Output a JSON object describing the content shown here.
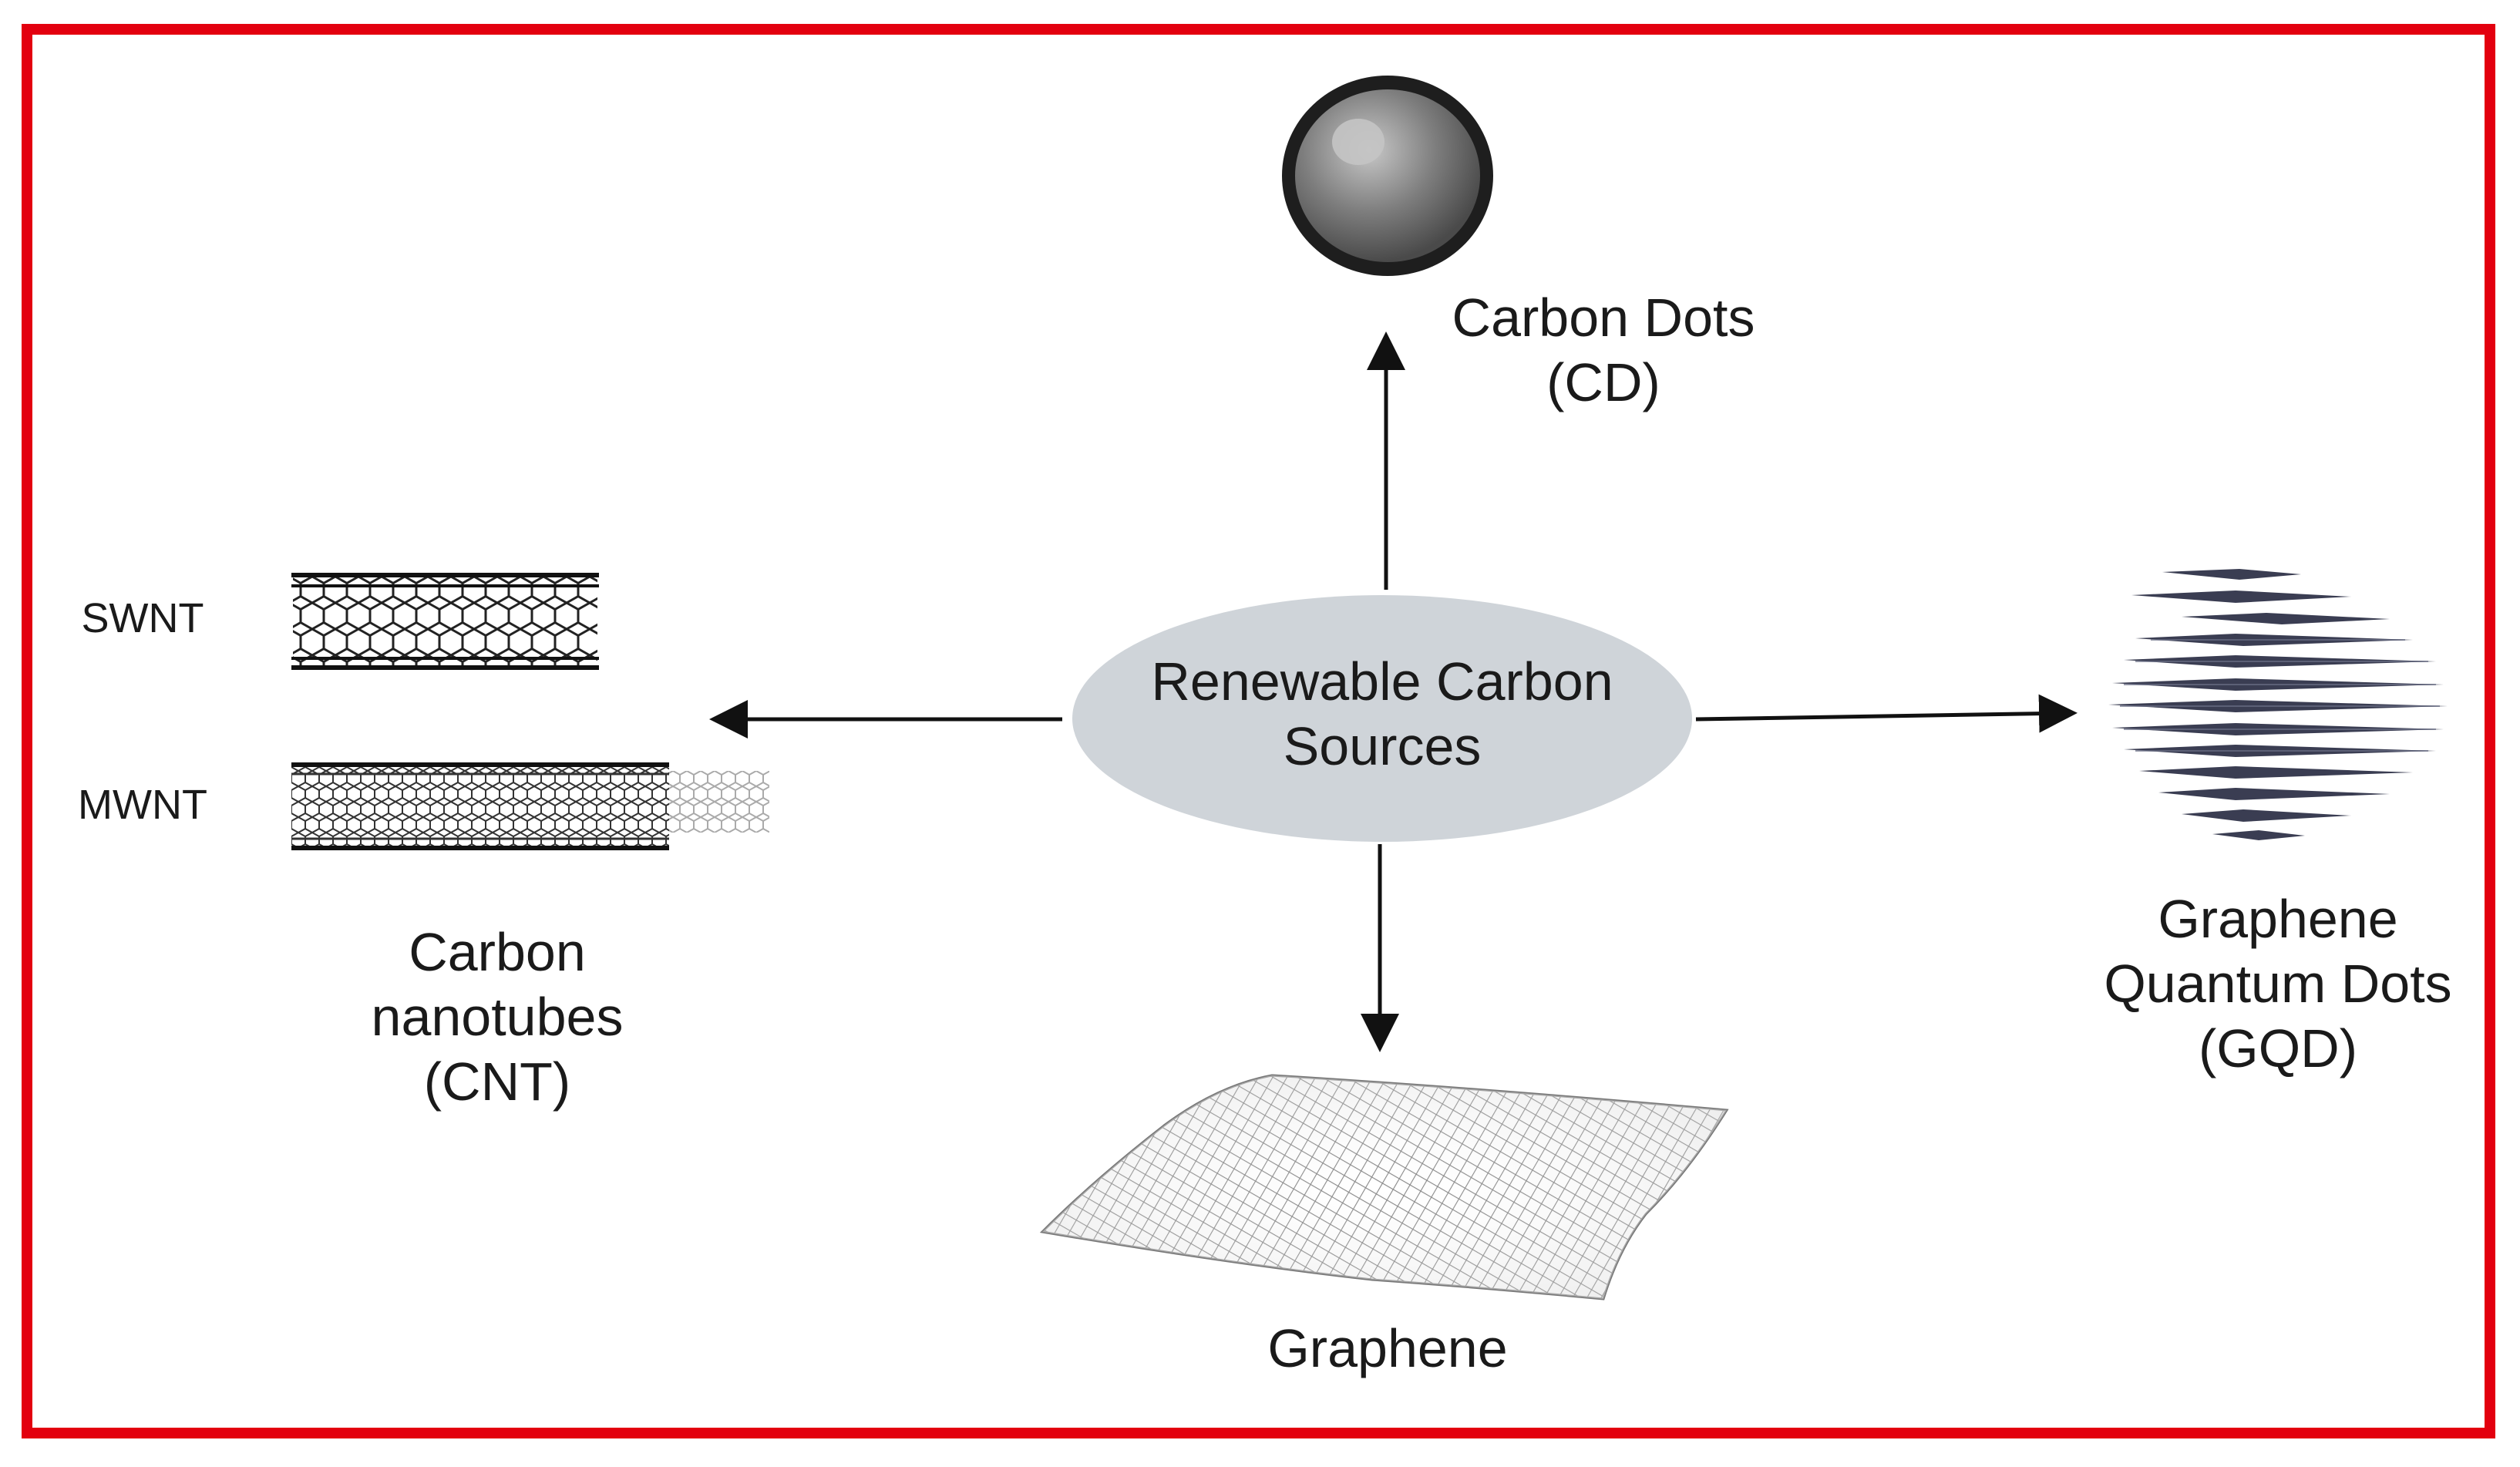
{
  "colors": {
    "border": "#e3000f",
    "ellipse": "#cfd4d9",
    "arrow": "#111111",
    "text": "#1a1a1a",
    "sphere": "#7a7a7a"
  },
  "center": {
    "line1": "Renewable Carbon",
    "line2": "Sources"
  },
  "carbon_dots": {
    "line1": "Carbon Dots",
    "line2": "(CD)",
    "icon": "sphere-icon"
  },
  "cnt": {
    "line1": "Carbon",
    "line2": "nanotubes",
    "line3": "(CNT)",
    "swnt_label": "SWNT",
    "mwnt_label": "MWNT"
  },
  "gqd": {
    "line1": "Graphene",
    "line2": "Quantum Dots",
    "line3": "(GQD)",
    "icon": "graphene-disc-icon"
  },
  "graphene": {
    "label": "Graphene",
    "icon": "graphene-sheet-icon"
  }
}
